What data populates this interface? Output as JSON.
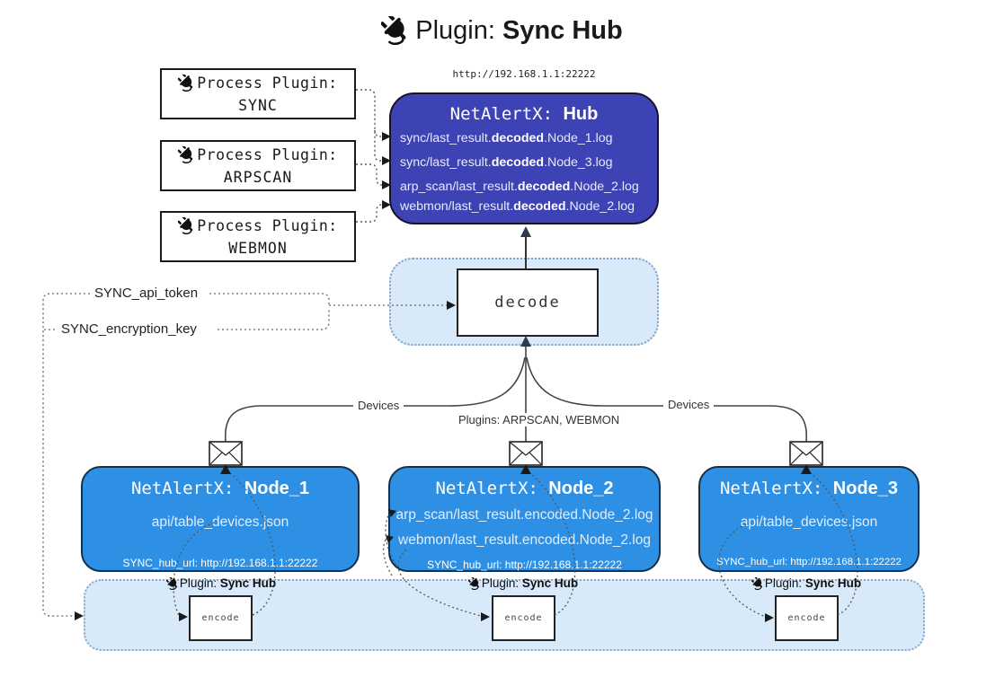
{
  "colors": {
    "hub_bg": "#3D43B4",
    "node_bg": "#2E90E5",
    "container_bg": "#D8EAF9",
    "box_border": "#1A1A1A",
    "solid_line": "#333333",
    "dotted_line": "#666666"
  },
  "title": {
    "prefix": "Plugin: ",
    "name": "Sync Hub"
  },
  "process_plugins": [
    {
      "label": "Process Plugin:",
      "name": "SYNC"
    },
    {
      "label": "Process Plugin:",
      "name": "ARPSCAN"
    },
    {
      "label": "Process Plugin:",
      "name": "WEBMON"
    }
  ],
  "hub": {
    "url": "http://192.168.1.1:22222",
    "brand": "NetAlertX: ",
    "name": "Hub",
    "logs": [
      {
        "pre": "sync/last_result.",
        "em": "decoded",
        "post": ".Node_1.log"
      },
      {
        "pre": "sync/last_result.",
        "em": "decoded",
        "post": ".Node_3.log"
      },
      {
        "pre": "arp_scan/last_result.",
        "em": "decoded",
        "post": ".Node_2.log"
      },
      {
        "pre": "webmon/last_result.",
        "em": "decoded",
        "post": ".Node_2.log"
      }
    ]
  },
  "decode": {
    "label": "decode"
  },
  "settings": {
    "api_token": "SYNC_api_token",
    "encryption_key": "SYNC_encryption_key"
  },
  "edge_labels": {
    "devices_left": "Devices",
    "plugins_center": "Plugins: ARPSCAN, WEBMON",
    "devices_right": "Devices"
  },
  "nodes": [
    {
      "brand": "NetAlertX: ",
      "name": "Node_1",
      "files": [
        "api/table_devices.json"
      ],
      "hub_url": "SYNC_hub_url: http://192.168.1.1:22222"
    },
    {
      "brand": "NetAlertX: ",
      "name": "Node_2",
      "files": [
        "arp_scan/last_result.encoded.Node_2.log",
        "webmon/last_result.encoded.Node_2.log"
      ],
      "hub_url": "SYNC_hub_url: http://192.168.1.1:22222"
    },
    {
      "brand": "NetAlertX: ",
      "name": "Node_3",
      "files": [
        "api/table_devices.json"
      ],
      "hub_url": "SYNC_hub_url: http://192.168.1.1:22222"
    }
  ],
  "encoders": [
    {
      "plugin_prefix": "Plugin: ",
      "plugin_name": "Sync Hub",
      "label": "encode"
    },
    {
      "plugin_prefix": "Plugin: ",
      "plugin_name": "Sync Hub",
      "label": "encode"
    },
    {
      "plugin_prefix": "Plugin: ",
      "plugin_name": "Sync Hub",
      "label": "encode"
    }
  ]
}
